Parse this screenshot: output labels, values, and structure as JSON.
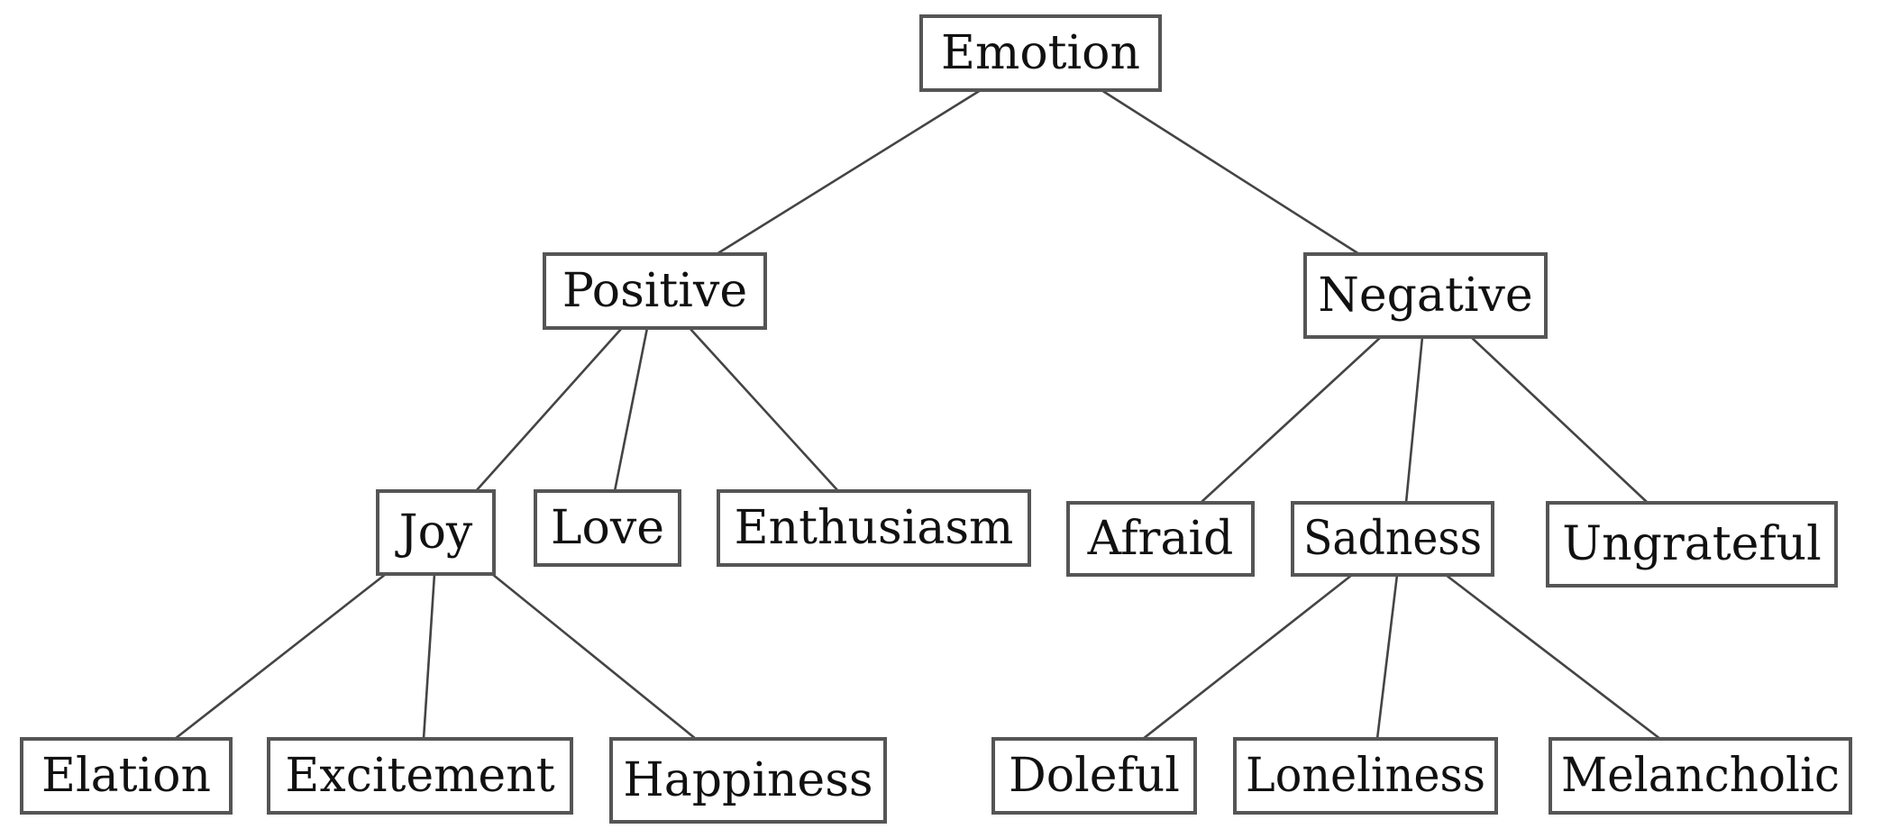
{
  "diagram": {
    "nodes": [
      {
        "id": "emotion",
        "label": "Emotion"
      },
      {
        "id": "positive",
        "label": "Positive"
      },
      {
        "id": "negative",
        "label": "Negative"
      },
      {
        "id": "joy",
        "label": "Joy"
      },
      {
        "id": "love",
        "label": "Love"
      },
      {
        "id": "enthusiasm",
        "label": "Enthusiasm"
      },
      {
        "id": "afraid",
        "label": "Afraid"
      },
      {
        "id": "sadness",
        "label": "Sadness"
      },
      {
        "id": "ungrateful",
        "label": "Ungrateful"
      },
      {
        "id": "elation",
        "label": "Elation"
      },
      {
        "id": "excitement",
        "label": "Excitement"
      },
      {
        "id": "happiness",
        "label": "Happiness"
      },
      {
        "id": "doleful",
        "label": "Doleful"
      },
      {
        "id": "loneliness",
        "label": "Loneliness"
      },
      {
        "id": "melancholic",
        "label": "Melancholic"
      }
    ],
    "edges": [
      {
        "from": "emotion",
        "to": "positive"
      },
      {
        "from": "emotion",
        "to": "negative"
      },
      {
        "from": "positive",
        "to": "joy"
      },
      {
        "from": "positive",
        "to": "love"
      },
      {
        "from": "positive",
        "to": "enthusiasm"
      },
      {
        "from": "negative",
        "to": "afraid"
      },
      {
        "from": "negative",
        "to": "sadness"
      },
      {
        "from": "negative",
        "to": "ungrateful"
      },
      {
        "from": "joy",
        "to": "elation"
      },
      {
        "from": "joy",
        "to": "excitement"
      },
      {
        "from": "joy",
        "to": "happiness"
      },
      {
        "from": "sadness",
        "to": "doleful"
      },
      {
        "from": "sadness",
        "to": "loneliness"
      },
      {
        "from": "sadness",
        "to": "melancholic"
      }
    ]
  }
}
